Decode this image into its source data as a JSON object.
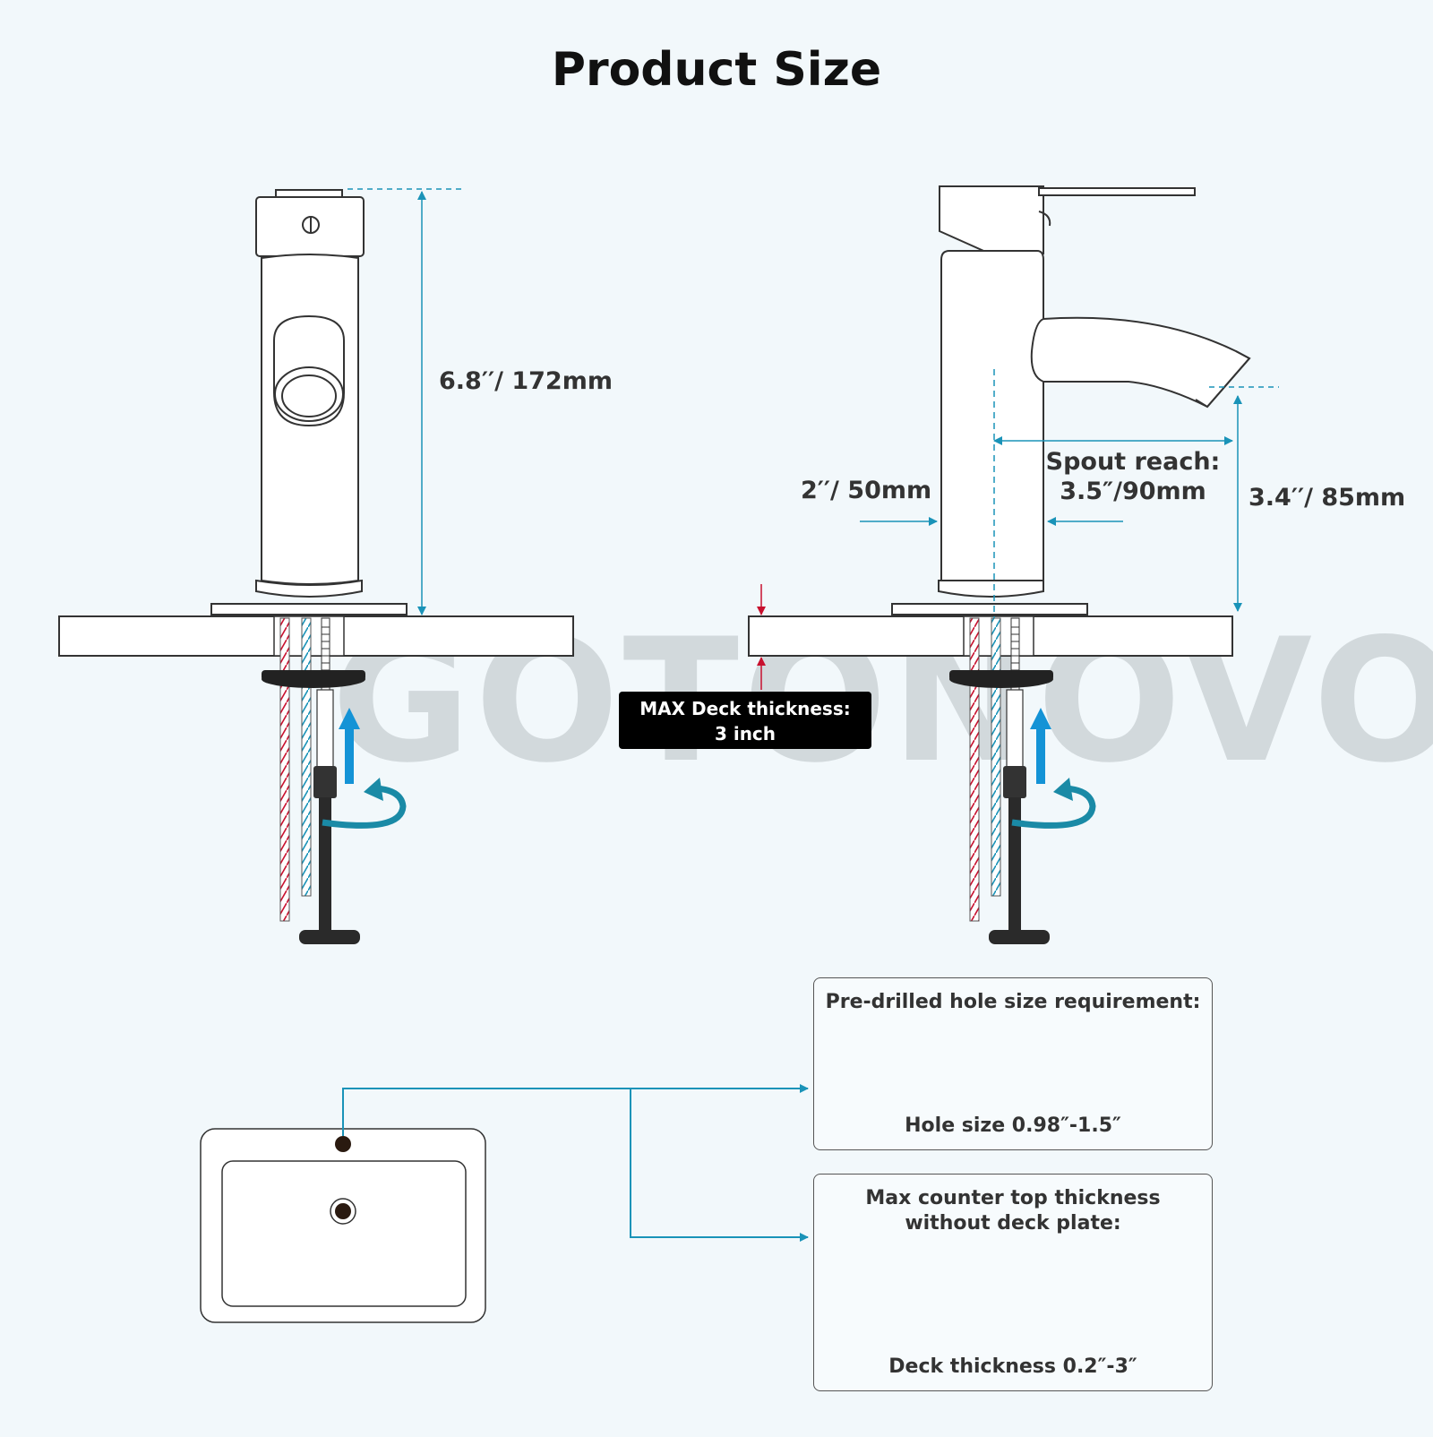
{
  "title": "Product Size",
  "watermark": "GOTONOVO",
  "dimensions": {
    "height": "6.8′′/ 172mm",
    "base": "2′′/ 50mm",
    "spout_reach_label": "Spout reach:",
    "spout_reach_value": "3.5″/90mm",
    "spout_height": "3.4′′/ 85mm"
  },
  "deck_badge": {
    "line1": "MAX Deck thickness:",
    "line2": "3 inch"
  },
  "hole_box": {
    "heading": "Pre-drilled hole size requirement:",
    "caption": "Hole size 0.98″-1.5″"
  },
  "thickness_box": {
    "heading_line1": "Max counter top thickness",
    "heading_line2": "without deck plate:",
    "caption": "Deck thickness 0.2″-3″"
  },
  "colors": {
    "dimension_line": "#1a93b8",
    "accent_blue": "#1493d6",
    "red_arrow": "#c8102e",
    "outline": "#333333",
    "background": "#f2f8fb"
  }
}
